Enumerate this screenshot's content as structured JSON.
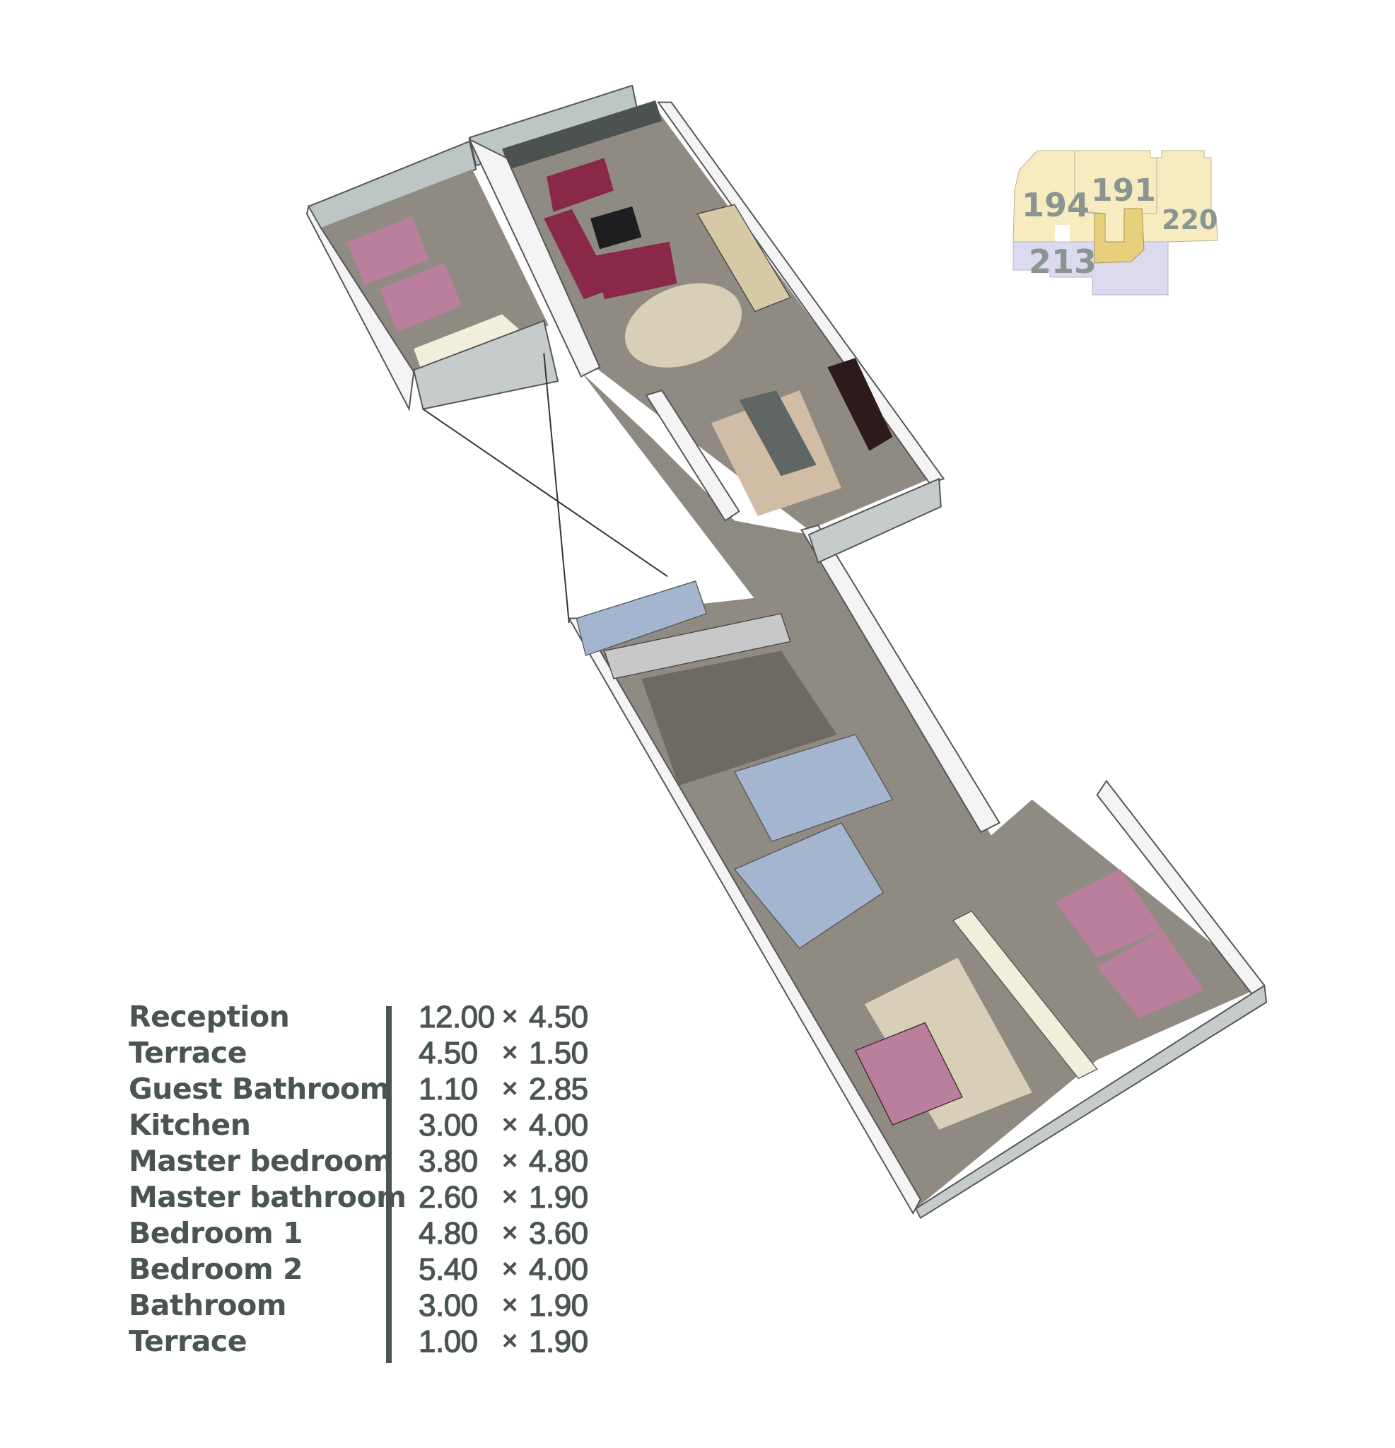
{
  "key_plan": {
    "units": [
      {
        "label": "194",
        "color": "#f6ecbf"
      },
      {
        "label": "191",
        "color": "#f6ecbf"
      },
      {
        "label": "220",
        "color": "#f6ecbf"
      },
      {
        "label": "213",
        "color": "#dcdaee"
      }
    ],
    "highlight_color": "#e8cf7c"
  },
  "rooms": [
    {
      "name": "Reception",
      "width": "12.00",
      "sep": "×",
      "length": "4.50"
    },
    {
      "name": "Terrace",
      "width": "4.50",
      "sep": "×",
      "length": "1.50"
    },
    {
      "name": "Guest Bathroom",
      "width": "1.10",
      "sep": "×",
      "length": "2.85"
    },
    {
      "name": "Kitchen",
      "width": "3.00",
      "sep": "×",
      "length": "4.00"
    },
    {
      "name": "Master bedroom",
      "width": "3.80",
      "sep": "×",
      "length": "4.80"
    },
    {
      "name": "Master bathroom",
      "width": "2.60",
      "sep": "×",
      "length": "1.90"
    },
    {
      "name": "Bedroom 1",
      "width": "4.80",
      "sep": "×",
      "length": "3.60"
    },
    {
      "name": "Bedroom 2",
      "width": "5.40",
      "sep": "×",
      "length": "4.00"
    },
    {
      "name": "Bathroom",
      "width": "3.00",
      "sep": "×",
      "length": "1.90"
    },
    {
      "name": "Terrace",
      "width": "1.00",
      "sep": "×",
      "length": "1.90"
    }
  ],
  "colors": {
    "text": "#4a5553",
    "floor": "#8f8b83",
    "wall": "#f3f4f3",
    "wall_shade": "#bcc6c4",
    "bed": "#b97f9c",
    "sofa": "#8a2848",
    "bath": "#a4b6cf"
  }
}
